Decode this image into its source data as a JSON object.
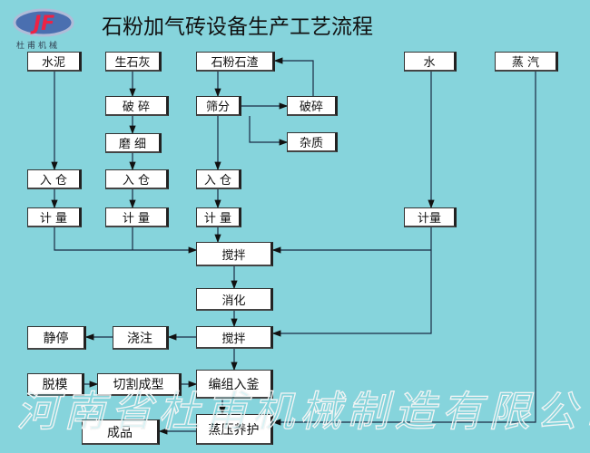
{
  "title": "石粉加气砖设备生产工艺流程",
  "logo": {
    "text": "杜甫机械",
    "mark": "®"
  },
  "watermark": "河南省杜甫机械制造有限公司",
  "nodes": {
    "cement": "水泥",
    "lime": "生石灰",
    "stone": "石粉石渣",
    "water": "水",
    "steam": "蒸 汽",
    "crush1": "破 碎",
    "sieve": "筛分",
    "crush2": "破碎",
    "grind": "磨 细",
    "impurity": "杂质",
    "silo1": "入 仓",
    "silo2": "入 仓",
    "silo3": "入 仓",
    "meter1": "计 量",
    "meter2": "计 量",
    "meter3": "计 量",
    "meter4": "计量",
    "mix1": "搅拌",
    "digest": "消化",
    "mix2": "搅拌",
    "pour": "浇注",
    "rest": "静停",
    "demold": "脱模",
    "cut": "切割成型",
    "group": "编组入釜",
    "autoclave": "蒸压养护",
    "product": "成品"
  }
}
